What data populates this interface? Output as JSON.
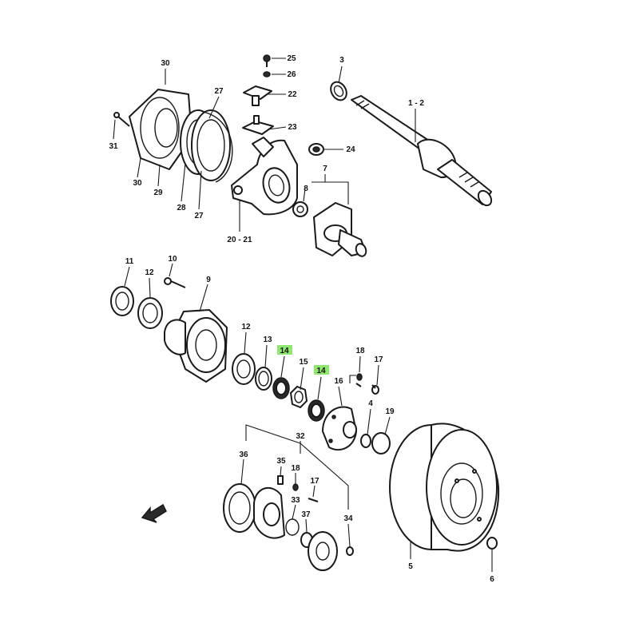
{
  "highlight_color": "#8ee86f",
  "callouts": [
    {
      "text": "30",
      "highlighted": false
    },
    {
      "text": "25",
      "highlighted": false
    },
    {
      "text": "26",
      "highlighted": false
    },
    {
      "text": "3",
      "highlighted": false
    },
    {
      "text": "27",
      "highlighted": false
    },
    {
      "text": "22",
      "highlighted": false
    },
    {
      "text": "1 - 2",
      "highlighted": false
    },
    {
      "text": "23",
      "highlighted": false
    },
    {
      "text": "31",
      "highlighted": false
    },
    {
      "text": "24",
      "highlighted": false
    },
    {
      "text": "7",
      "highlighted": false
    },
    {
      "text": "30",
      "highlighted": false
    },
    {
      "text": "29",
      "highlighted": false
    },
    {
      "text": "28",
      "highlighted": false
    },
    {
      "text": "27",
      "highlighted": false
    },
    {
      "text": "8",
      "highlighted": false
    },
    {
      "text": "20 - 21",
      "highlighted": false
    },
    {
      "text": "11",
      "highlighted": false
    },
    {
      "text": "10",
      "highlighted": false
    },
    {
      "text": "12",
      "highlighted": false
    },
    {
      "text": "9",
      "highlighted": false
    },
    {
      "text": "12",
      "highlighted": false
    },
    {
      "text": "13",
      "highlighted": false
    },
    {
      "text": "14",
      "highlighted": true
    },
    {
      "text": "18",
      "highlighted": false
    },
    {
      "text": "15",
      "highlighted": false
    },
    {
      "text": "17",
      "highlighted": false
    },
    {
      "text": "14",
      "highlighted": true
    },
    {
      "text": "16",
      "highlighted": false
    },
    {
      "text": "4",
      "highlighted": false
    },
    {
      "text": "19",
      "highlighted": false
    },
    {
      "text": "32",
      "highlighted": false
    },
    {
      "text": "36",
      "highlighted": false
    },
    {
      "text": "35",
      "highlighted": false
    },
    {
      "text": "18",
      "highlighted": false
    },
    {
      "text": "17",
      "highlighted": false
    },
    {
      "text": "33",
      "highlighted": false
    },
    {
      "text": "37",
      "highlighted": false
    },
    {
      "text": "34",
      "highlighted": false
    },
    {
      "text": "5",
      "highlighted": false
    },
    {
      "text": "6",
      "highlighted": false
    }
  ]
}
